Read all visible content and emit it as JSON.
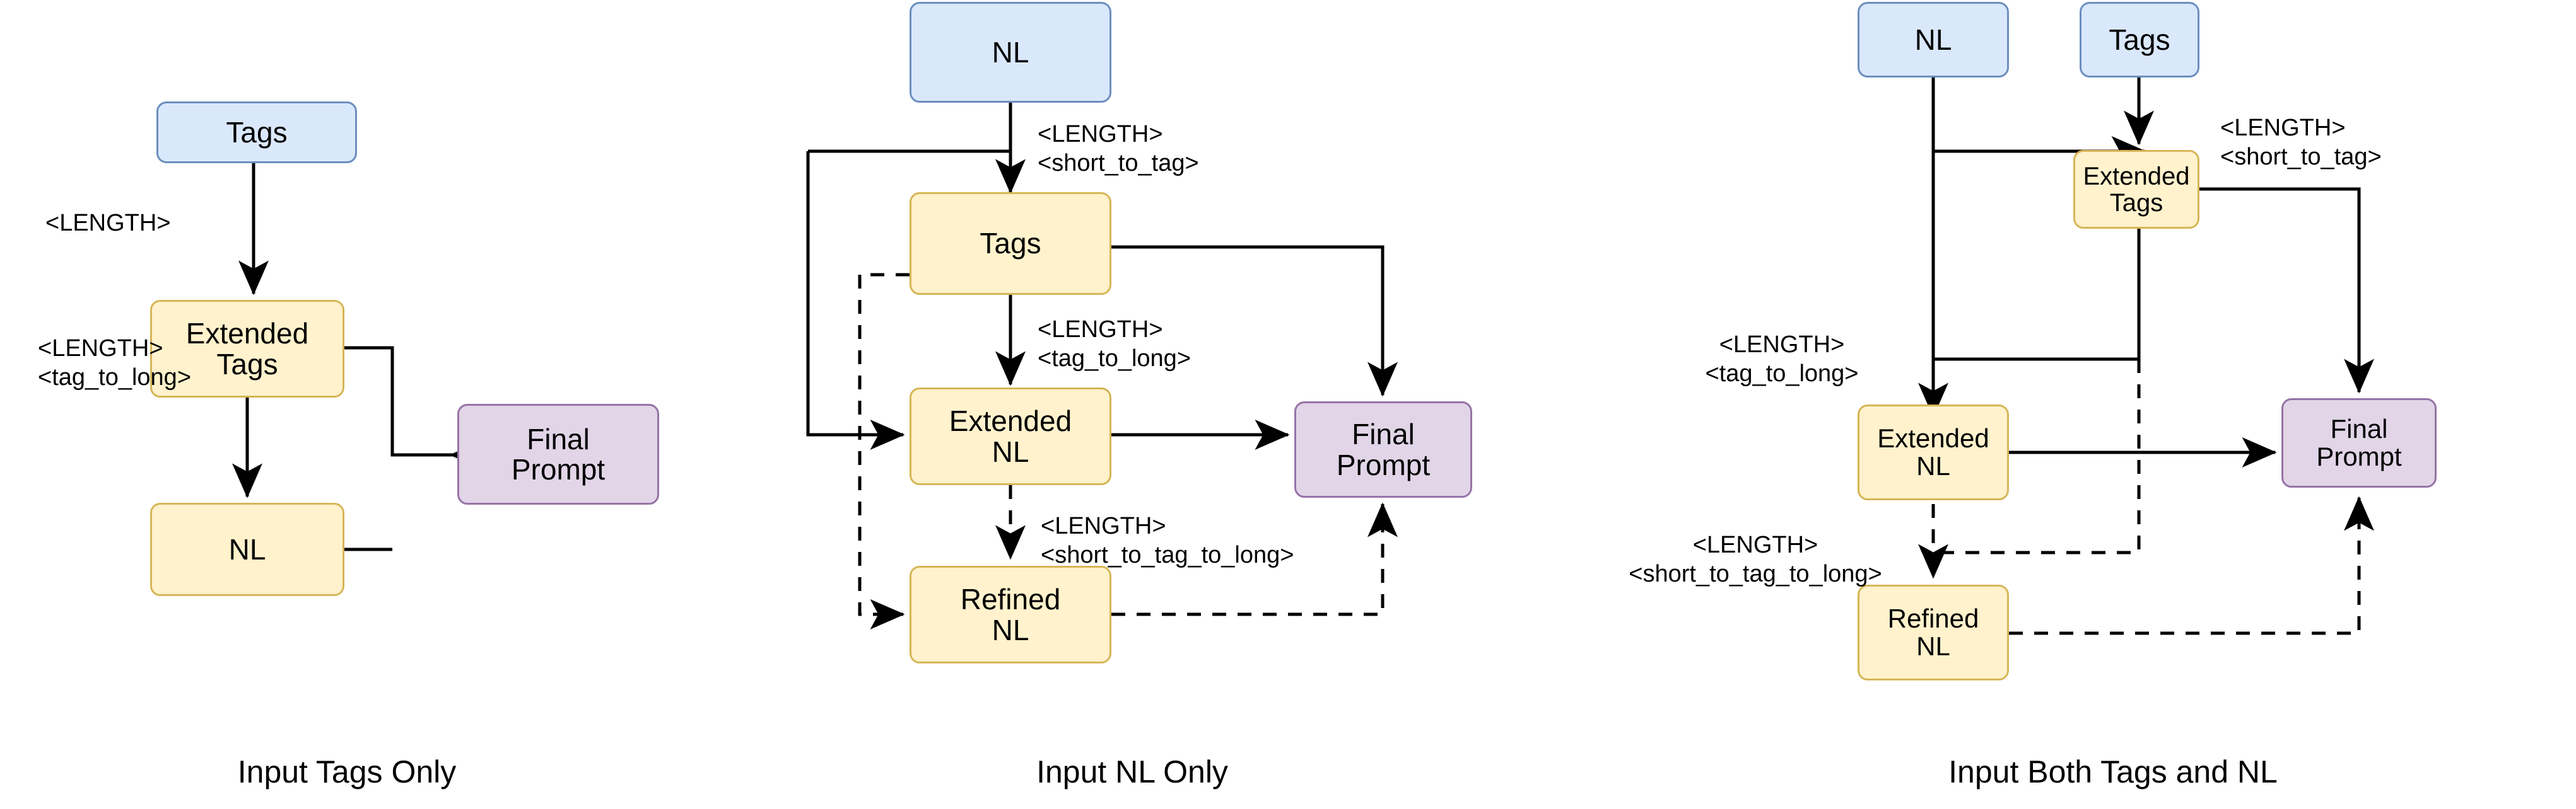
{
  "figure": {
    "kind": "flow-diagram",
    "panel_count": 3,
    "colors": {
      "input_fill": "#dae8fc",
      "input_stroke": "#6c8ebf",
      "intermediate_fill": "#fff2cc",
      "intermediate_stroke": "#d6b656",
      "output_fill": "#e1d5e7",
      "output_stroke": "#9673a6",
      "edge": "#000000",
      "background": "#ffffff"
    }
  },
  "panels": [
    {
      "id": "input-tags-only",
      "caption": "Input Tags Only",
      "nodes": {
        "tags": "Tags",
        "extended_tags": "Extended\nTags",
        "extended_tags_l1": "Extended",
        "extended_tags_l2": "Tags",
        "nl": "NL",
        "final_prompt_l1": "Final",
        "final_prompt_l2": "Prompt"
      },
      "edge_labels": [
        {
          "id": "tags-to-extended-tags",
          "lines": [
            "<LENGTH>"
          ]
        },
        {
          "id": "extended-tags-to-nl",
          "lines": [
            "<LENGTH>",
            "<tag_to_long>"
          ]
        }
      ]
    },
    {
      "id": "input-nl-only",
      "caption": "Input NL Only",
      "nodes": {
        "nl": "NL",
        "tags": "Tags",
        "extended_nl_l1": "Extended",
        "extended_nl_l2": "NL",
        "refined_nl_l1": "Refined",
        "refined_nl_l2": "NL",
        "final_prompt_l1": "Final",
        "final_prompt_l2": "Prompt"
      },
      "edge_labels": [
        {
          "id": "nl-to-tags",
          "lines": [
            "<LENGTH>",
            "<short_to_tag>"
          ]
        },
        {
          "id": "tags-to-extended-nl",
          "lines": [
            "<LENGTH>",
            "<tag_to_long>"
          ]
        },
        {
          "id": "extended-nl-to-refined-nl",
          "lines": [
            "<LENGTH>",
            "<short_to_tag_to_long>"
          ]
        }
      ]
    },
    {
      "id": "input-both-tags-and-nl",
      "caption": "Input Both Tags and NL",
      "nodes": {
        "nl": "NL",
        "tags": "Tags",
        "extended_tags_l1": "Extended",
        "extended_tags_l2": "Tags",
        "extended_nl_l1": "Extended",
        "extended_nl_l2": "NL",
        "refined_nl_l1": "Refined",
        "refined_nl_l2": "NL",
        "final_prompt_l1": "Final",
        "final_prompt_l2": "Prompt"
      },
      "edge_labels": [
        {
          "id": "tags-to-extended-tags",
          "lines": [
            "<LENGTH>",
            "<short_to_tag>"
          ]
        },
        {
          "id": "to-extended-nl",
          "lines": [
            "<LENGTH>",
            "<tag_to_long>"
          ]
        },
        {
          "id": "extended-nl-to-refined-nl",
          "lines": [
            "<LENGTH>",
            "<short_to_tag_to_long>"
          ]
        }
      ]
    }
  ]
}
